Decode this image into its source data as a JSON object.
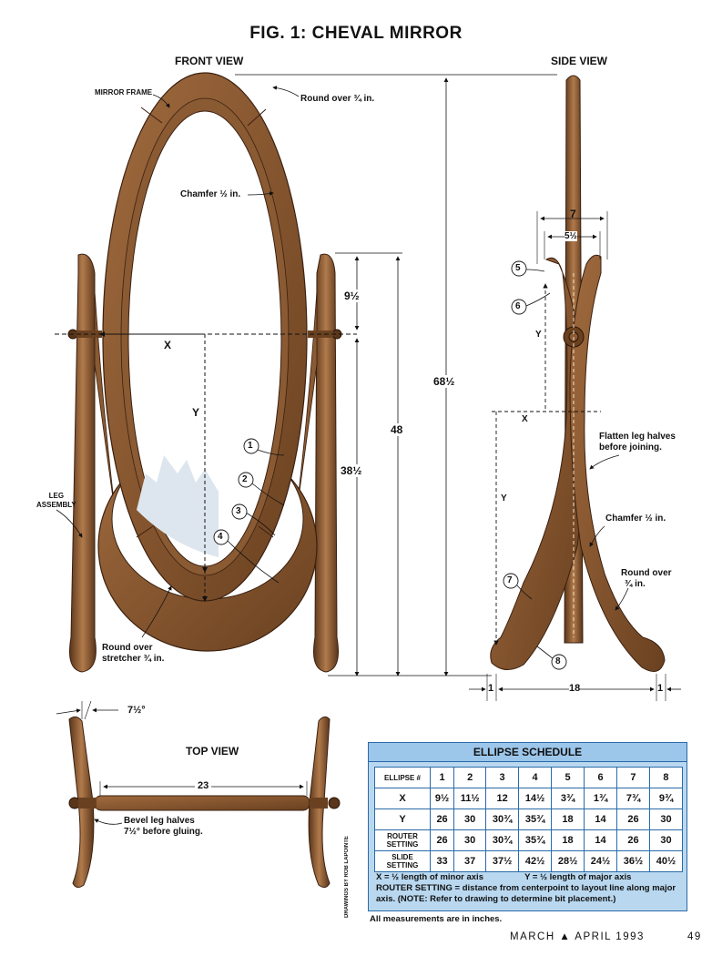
{
  "title": "FIG. 1: CHEVAL MIRROR",
  "views": {
    "front": "FRONT VIEW",
    "side": "SIDE VIEW",
    "top": "TOP VIEW"
  },
  "labels": {
    "mirror_frame": "MIRROR FRAME",
    "round_over_front": "Round over ¾ in.",
    "chamfer_front": "Chamfer ½ in.",
    "leg_assembly_1": "LEG",
    "leg_assembly_2": "ASSEMBLY",
    "round_over_stretcher_1": "Round over",
    "round_over_stretcher_2": "stretcher ¾ in.",
    "flatten_1": "Flatten leg halves",
    "flatten_2": "before joining.",
    "chamfer_side": "Chamfer ½ in.",
    "round_over_side_1": "Round over",
    "round_over_side_2": "¾ in.",
    "bevel_1": "Bevel leg halves",
    "bevel_2": "7½° before gluing."
  },
  "dimensions": {
    "front_x": "X",
    "front_y": "Y",
    "d9_5": "9½",
    "d38_5": "38½",
    "d48": "48",
    "d68_5": "68½",
    "side_7": "7",
    "side_5_5": "5½",
    "side_x": "X",
    "side_y_small": "Y",
    "side_y_large": "Y",
    "side_1_left": "1",
    "side_18": "18",
    "side_1_right": "1",
    "top_angle": "7½°",
    "top_23": "23"
  },
  "callouts": [
    "1",
    "2",
    "3",
    "4",
    "5",
    "6",
    "7",
    "8"
  ],
  "schedule": {
    "title": "ELLIPSE SCHEDULE",
    "header_label": "ELLIPSE #",
    "columns": [
      "1",
      "2",
      "3",
      "4",
      "5",
      "6",
      "7",
      "8"
    ],
    "rows": [
      {
        "label": "X",
        "values": [
          "9½",
          "11½",
          "12",
          "14½",
          "3¾",
          "1¾",
          "7¾",
          "9¾"
        ]
      },
      {
        "label": "Y",
        "values": [
          "26",
          "30",
          "30¾",
          "35¾",
          "18",
          "14",
          "26",
          "30"
        ]
      },
      {
        "label": "ROUTER SETTING",
        "values": [
          "26",
          "30",
          "30¾",
          "35¾",
          "18",
          "14",
          "26",
          "30"
        ]
      },
      {
        "label": "SLIDE SETTING",
        "values": [
          "33",
          "37",
          "37½",
          "42½",
          "28½",
          "24½",
          "36½",
          "40½"
        ]
      }
    ],
    "note_x": "X = ½ length of minor axis",
    "note_y": "Y = ½ length of major axis",
    "note_router": "ROUTER SETTING = distance from centerpoint to layout line along major axis. (NOTE: Refer to drawing to determine bit placement.)"
  },
  "credit": "DRAWINGS BY ROB LAPOINTE",
  "measure_note": "All measurements are in inches.",
  "footer": {
    "issue": "MARCH ▲ APRIL 1993",
    "page": "49"
  },
  "colors": {
    "wood": "#8a5a33",
    "wood_light": "#b07a4c",
    "wood_dark": "#5a3519",
    "mirror": "#ffffff",
    "table_bg": "#b9d8f0",
    "table_border": "#2a6aa8"
  }
}
